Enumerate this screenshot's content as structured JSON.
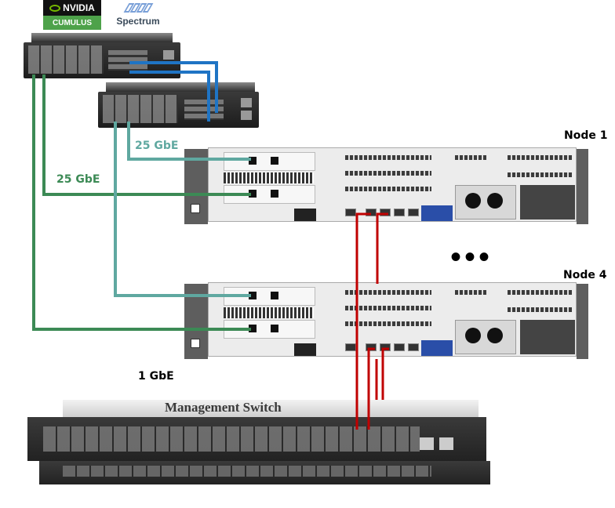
{
  "logos": {
    "nvidia": "NVIDIA",
    "cumulus": "CUMULUS",
    "spectrum": "Spectrum"
  },
  "labels": {
    "link_25gbe_teal": "25 GbE",
    "link_25gbe_green": "25 GbE",
    "link_1gbe": "1 GbE",
    "node1": "Node 1",
    "node4": "Node 4",
    "ellipsis": "•••",
    "management_switch": "Management Switch"
  },
  "colors": {
    "link_green": "#3c8a55",
    "link_teal": "#5fa8a0",
    "link_blue": "#1f74c4",
    "link_red": "#c00000"
  }
}
